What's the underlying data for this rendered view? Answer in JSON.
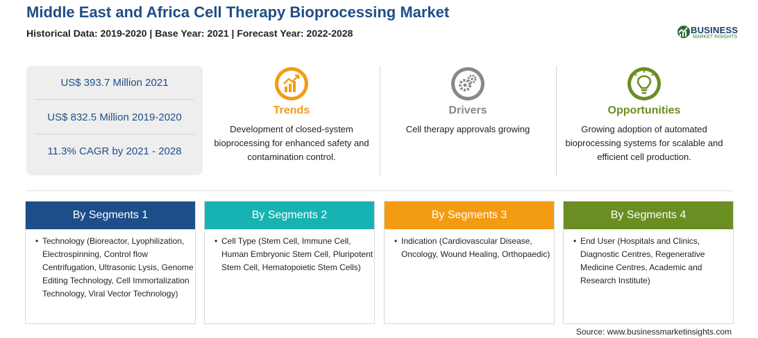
{
  "header": {
    "title": "Middle East and Africa Cell Therapy Bioprocessing Market",
    "subtitle": "Historical Data: 2019-2020 | Base Year: 2021 | Forecast Year: 2022-2028"
  },
  "logo": {
    "word": "BUSINESS",
    "sub": "MARKET INSIGHTS"
  },
  "stats": [
    {
      "text": "US$ 393.7 Million 2021"
    },
    {
      "text": "US$ 832.5 Million 2019-2020"
    },
    {
      "text": "11.3% CAGR by 2021 - 2028"
    }
  ],
  "columns": [
    {
      "heading": "Trends",
      "text": "Development of closed-system bioprocessing for enhanced safety and contamination control.",
      "icon": "trend-chart-icon",
      "color": "#f39c12"
    },
    {
      "heading": "Drivers",
      "text": "Cell therapy approvals growing",
      "icon": "gears-icon",
      "color": "#888888"
    },
    {
      "heading": "Opportunities",
      "text": "Growing adoption of automated bioprocessing systems for scalable and efficient cell production.",
      "icon": "lightbulb-icon",
      "color": "#6b8e23"
    }
  ],
  "segments": [
    {
      "title": "By Segments 1",
      "color": "#1d4e89",
      "text": "Technology (Bioreactor, Lyophilization, Electrospinning, Control flow Centrifugation, Ultrasonic Lysis, Genome Editing Technology, Cell Immortalization Technology, Viral Vector Technology)"
    },
    {
      "title": "By Segments 2",
      "color": "#17b3b3",
      "text": "Cell Type (Stem Cell, Immune Cell, Human Embryonic Stem Cell, Pluripotent Stem Cell, Hematopoietic Stem Cells)"
    },
    {
      "title": "By Segments 3",
      "color": "#f39c12",
      "text": "Indication (Cardiovascular Disease, Oncology, Wound Healing, Orthopaedic)"
    },
    {
      "title": "By Segments 4",
      "color": "#6b8e23",
      "text": "End User (Hospitals and Clinics, Diagnostic Centres, Regenerative Medicine Centres, Academic and Research Institute)"
    }
  ],
  "source": "Source: www.businessmarketinsights.com"
}
